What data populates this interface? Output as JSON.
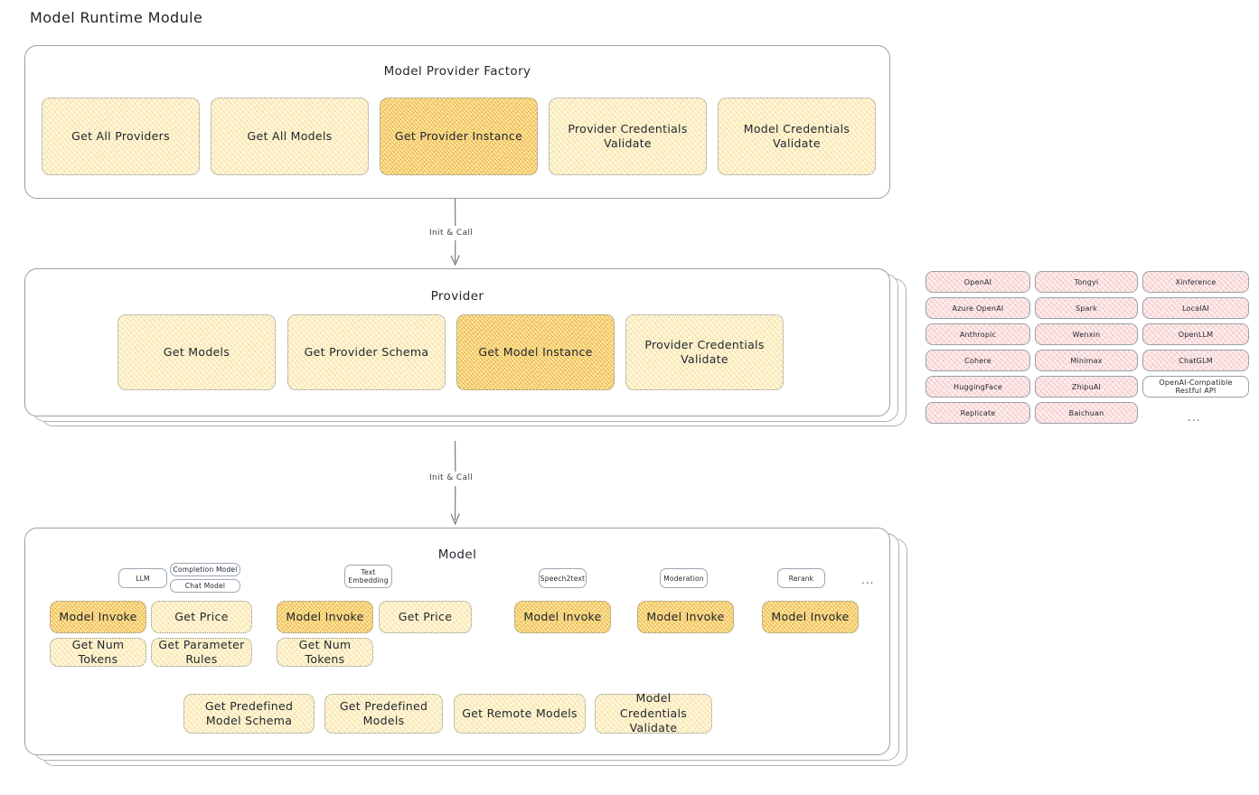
{
  "page": {
    "title": "Model Runtime Module"
  },
  "factory": {
    "title": "Model Provider Factory",
    "nodes": [
      {
        "label": "Get All Providers",
        "highlight": false
      },
      {
        "label": "Get All Models",
        "highlight": false
      },
      {
        "label": "Get Provider Instance",
        "highlight": true
      },
      {
        "label": "Provider Credentials Validate",
        "highlight": false
      },
      {
        "label": "Model Credentials Validate",
        "highlight": false
      }
    ]
  },
  "arrows": [
    {
      "label": "Init & Call"
    },
    {
      "label": "Init & Call"
    }
  ],
  "provider": {
    "title": "Provider",
    "nodes": [
      {
        "label": "Get Models",
        "highlight": false
      },
      {
        "label": "Get Provider Schema",
        "highlight": false
      },
      {
        "label": "Get Model Instance",
        "highlight": true
      },
      {
        "label": "Provider Credentials Validate",
        "highlight": false
      }
    ]
  },
  "provider_list": {
    "columns": [
      {
        "items": [
          "OpenAI",
          "Azure OpenAI",
          "Anthropic",
          "Cohere",
          "HuggingFace",
          "Replicate"
        ]
      },
      {
        "items": [
          "Tongyi",
          "Spark",
          "Wenxin",
          "Minimax",
          "ZhipuAI",
          "Baichuan"
        ]
      },
      {
        "items": [
          "Xinference",
          "LocalAI",
          "OpenLLM",
          "ChatGLM",
          "OpenAI-Compatible Restful API"
        ]
      }
    ],
    "more": "..."
  },
  "model": {
    "title": "Model",
    "more": "...",
    "types": [
      {
        "badge": "LLM",
        "sub_badges": [
          "Completion Model",
          "Chat Model"
        ],
        "methods": [
          {
            "label": "Model Invoke",
            "highlight": true
          },
          {
            "label": "Get Price",
            "highlight": false
          },
          {
            "label": "Get Num Tokens",
            "highlight": false
          },
          {
            "label": "Get Parameter Rules",
            "highlight": false
          }
        ]
      },
      {
        "badge": "Text Embedding",
        "sub_badges": [],
        "methods": [
          {
            "label": "Model Invoke",
            "highlight": true
          },
          {
            "label": "Get Price",
            "highlight": false
          },
          {
            "label": "Get Num Tokens",
            "highlight": false
          }
        ]
      },
      {
        "badge": "Speech2text",
        "sub_badges": [],
        "methods": [
          {
            "label": "Model Invoke",
            "highlight": true
          }
        ]
      },
      {
        "badge": "Moderation",
        "sub_badges": [],
        "methods": [
          {
            "label": "Model Invoke",
            "highlight": true
          }
        ]
      },
      {
        "badge": "Rerank",
        "sub_badges": [],
        "methods": [
          {
            "label": "Model Invoke",
            "highlight": true
          }
        ]
      }
    ],
    "common_methods": [
      {
        "label": "Get Predefined Model Schema"
      },
      {
        "label": "Get Predefined Models"
      },
      {
        "label": "Get Remote Models"
      },
      {
        "label": "Model Credentials Validate"
      }
    ]
  },
  "colors": {
    "node_fill": "#fdf6e0",
    "node_fill_highlight": "#fbe7ad",
    "provider_fill": "#fdeeee",
    "badge_fill": "#e5f0f9",
    "border": "#9aa0a6",
    "text": "#23272f"
  }
}
